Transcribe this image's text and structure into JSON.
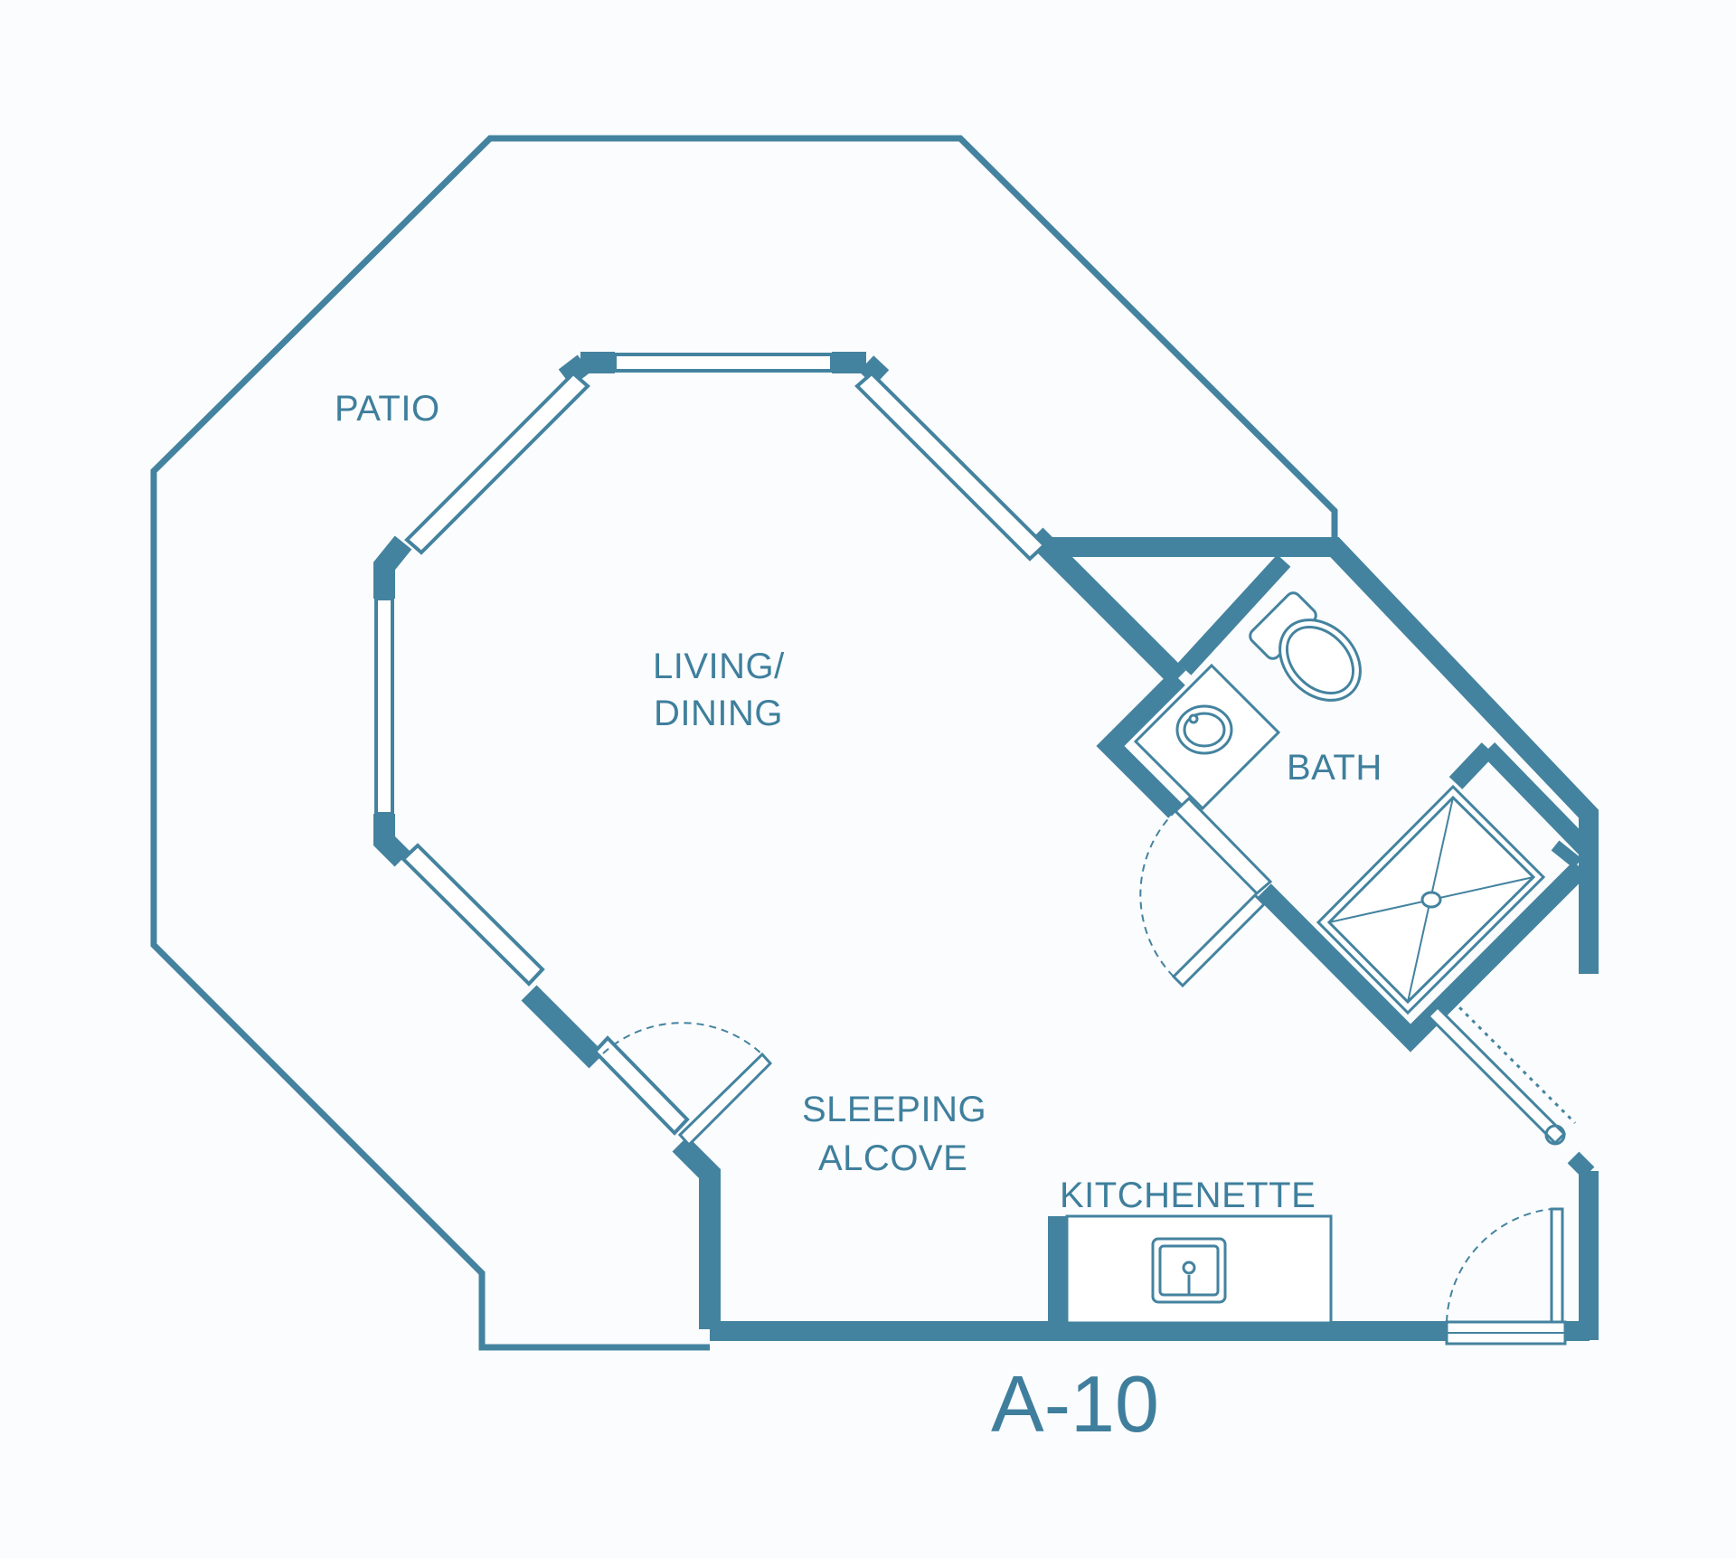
{
  "colors": {
    "wall": "#44839f",
    "label": "#3f7f9d",
    "background": "#fbfcfd"
  },
  "rooms": {
    "patio": "PATIO",
    "living_line1": "LIVING/",
    "living_line2": "DINING",
    "bath": "BATH",
    "sleeping_line1": "SLEEPING",
    "sleeping_line2": "ALCOVE",
    "kitchenette": "KITCHENETTE"
  },
  "unit_name": "A-10"
}
